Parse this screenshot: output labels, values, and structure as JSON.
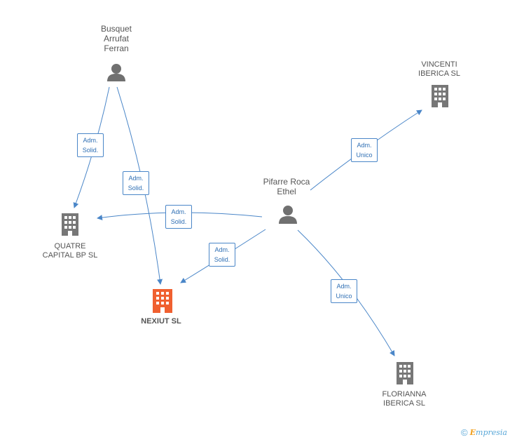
{
  "colors": {
    "edge": "#4a86c8",
    "company": "#777777",
    "company_highlight": "#f06030",
    "person": "#707070"
  },
  "nodes": {
    "busquet": {
      "label": "Busquet\nArrufat\nFerran",
      "type": "person"
    },
    "pifarre": {
      "label": "Pifarre Roca\nEthel",
      "type": "person"
    },
    "vincenti": {
      "label": "VINCENTI\nIBERICA SL",
      "type": "company"
    },
    "quatre": {
      "label": "QUATRE\nCAPITAL BP  SL",
      "type": "company"
    },
    "nexiut": {
      "label": "NEXIUT SL",
      "type": "company-highlight"
    },
    "florianna": {
      "label": "FLORIANNA\nIBERICA SL",
      "type": "company"
    }
  },
  "edges": [
    {
      "id": "busquet-quatre",
      "label": "Adm.\nSolid."
    },
    {
      "id": "busquet-nexiut",
      "label": "Adm.\nSolid."
    },
    {
      "id": "pifarre-quatre",
      "label": "Adm.\nSolid."
    },
    {
      "id": "pifarre-nexiut",
      "label": "Adm.\nSolid."
    },
    {
      "id": "pifarre-vincenti",
      "label": "Adm.\nUnico"
    },
    {
      "id": "pifarre-florianna",
      "label": "Adm.\nUnico"
    }
  ],
  "footer": {
    "copyright": "©",
    "brand_rest": "mpresia",
    "brand_e": "E"
  }
}
